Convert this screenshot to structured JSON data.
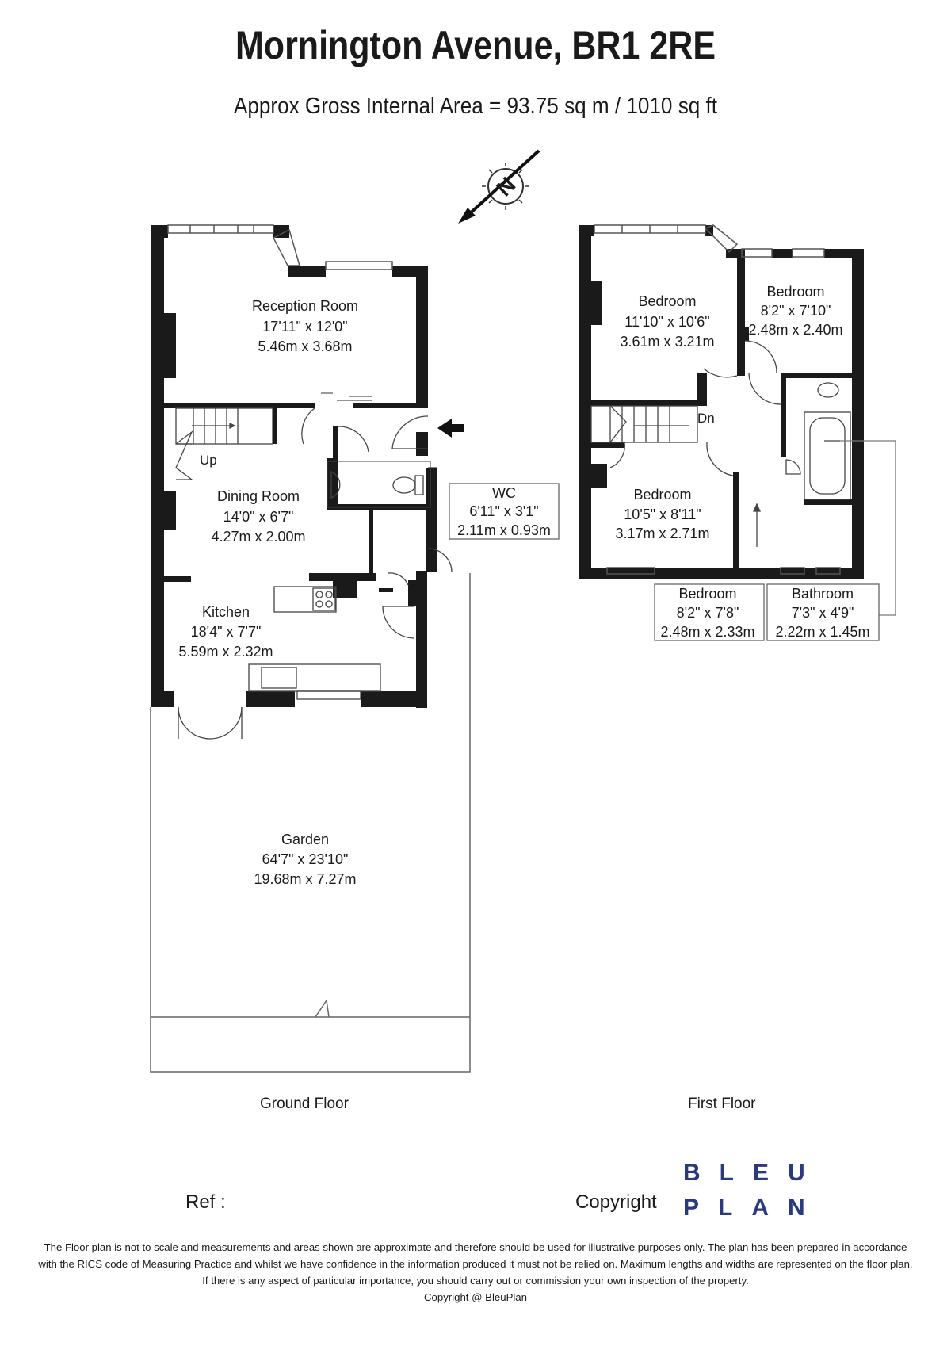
{
  "title": "Mornington Avenue, BR1 2RE",
  "subtitle": "Approx Gross Internal Area = 93.75 sq m / 1010 sq ft",
  "compass": {
    "label": "N"
  },
  "ground_floor": {
    "label": "Ground Floor",
    "stairs_label": "Up",
    "rooms": [
      {
        "name": "Reception Room",
        "imperial": "17'11\" x 12'0\"",
        "metric": "5.46m x 3.68m"
      },
      {
        "name": "Dining Room",
        "imperial": "14'0\" x 6'7\"",
        "metric": "4.27m x 2.00m"
      },
      {
        "name": "Kitchen",
        "imperial": "18'4\" x 7'7\"",
        "metric": "5.59m x 2.32m"
      },
      {
        "name": "WC",
        "imperial": "6'11\" x 3'1\"",
        "metric": "2.11m x 0.93m"
      },
      {
        "name": "Garden",
        "imperial": "64'7\" x 23'10\"",
        "metric": "19.68m x 7.27m"
      }
    ]
  },
  "first_floor": {
    "label": "First Floor",
    "stairs_label": "Dn",
    "rooms": [
      {
        "name": "Bedroom",
        "imperial": "11'10\" x 10'6\"",
        "metric": "3.61m x 3.21m"
      },
      {
        "name": "Bedroom",
        "imperial": "8'2\" x 7'10\"",
        "metric": "2.48m x 2.40m"
      },
      {
        "name": "Bedroom",
        "imperial": "10'5\" x 8'11\"",
        "metric": "3.17m x 2.71m"
      },
      {
        "name": "Bedroom",
        "imperial": "8'2\" x 7'8\"",
        "metric": "2.48m x 2.33m"
      },
      {
        "name": "Bathroom",
        "imperial": "7'3\" x 4'9\"",
        "metric": "2.22m x 1.45m"
      }
    ]
  },
  "footer": {
    "ref_label": "Ref  :",
    "copyright_label": "Copyright",
    "logo_line1": "BLEU",
    "logo_line2": "PLAN",
    "disclaimer": [
      "The Floor plan is not to scale and measurements and areas shown are approximate and therefore should be used for illustrative purposes only. The plan has been prepared in accordance",
      "with the RICS code of Measuring Practice and whilst we have confidence in the information produced it must not be relied on. Maximum lengths and widths are represented on the floor plan.",
      "If there is any aspect of particular importance, you should carry out or commission your own inspection of the property.",
      "Copyright @ BleuPlan"
    ]
  },
  "colors": {
    "wall": "#1a1a1a",
    "logo": "#2b3a7e",
    "line": "#555555"
  }
}
